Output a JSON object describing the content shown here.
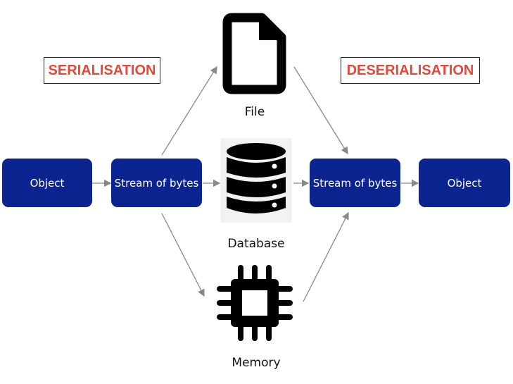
{
  "labels": {
    "serialisation": "SERIALISATION",
    "deserialisation": "DESERIALISATION"
  },
  "nodes": {
    "object_left": "Object",
    "stream_left": "Stream of bytes",
    "stream_right": "Stream of bytes",
    "object_right": "Object"
  },
  "storage": {
    "file": "File",
    "database": "Database",
    "memory": "Memory"
  },
  "icons": {
    "file": "file-icon",
    "database": "database-icon",
    "memory": "memory-chip-icon"
  },
  "colors": {
    "node_bg": "#0b2490",
    "label_text": "#e3483a",
    "arrow": "#888888"
  }
}
